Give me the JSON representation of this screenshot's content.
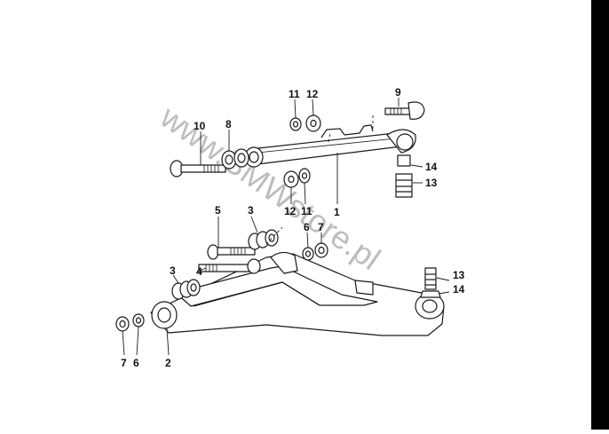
{
  "diagram": {
    "watermark": "www.BMWstore.pl",
    "callouts": {
      "c1": "1",
      "c2": "2",
      "c3a": "3",
      "c3b": "3",
      "c4": "4",
      "c5": "5",
      "c6a": "6",
      "c6b": "6",
      "c7a": "7",
      "c7b": "7",
      "c8": "8",
      "c9": "9",
      "c10": "10",
      "c11a": "11",
      "c11b": "11",
      "c12a": "12",
      "c12b": "12",
      "c13a": "13",
      "c13b": "13",
      "c14a": "14",
      "c14b": "14"
    },
    "colors": {
      "line": "#1a1a1a",
      "part_fill": "#ffffff",
      "shade": "#d0d0d0",
      "watermark": "#bdbdbd",
      "edge_bar": "#000000"
    }
  }
}
